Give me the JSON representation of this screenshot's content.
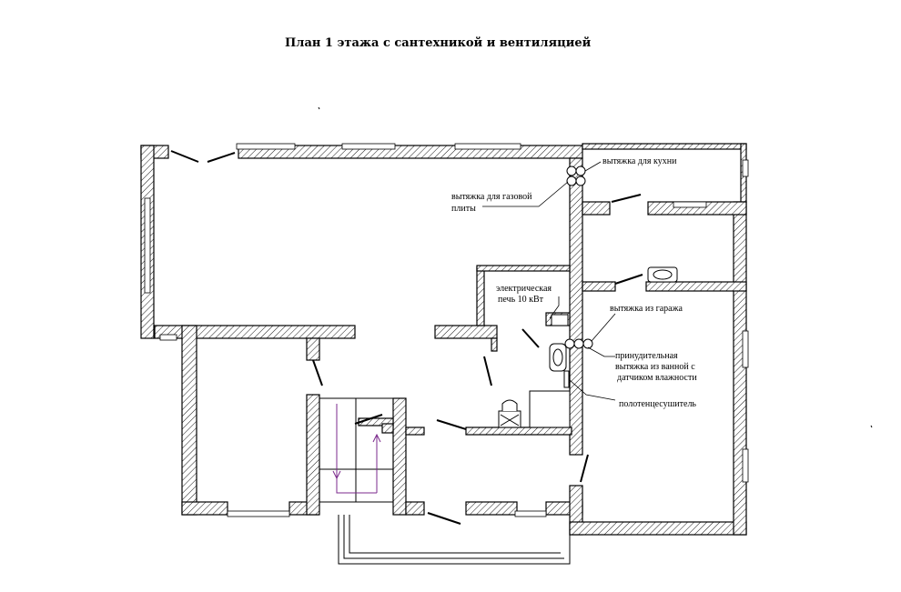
{
  "title": "План 1 этажа с сантехникой и вентиляцией",
  "labels": {
    "kitchen_exhaust": "вытяжка для кухни",
    "gas_stove_exhaust_1": "вытяжка для газовой",
    "gas_stove_exhaust_2": "плиты",
    "electric_stove_1": "электрическая",
    "electric_stove_2": "печь 10 кВт",
    "garage_exhaust": "вытяжка из гаража",
    "bath_exhaust_1": "принудительная",
    "bath_exhaust_2": "вытяжка из ванной с",
    "bath_exhaust_3": "датчиком влажности",
    "towel_dryer": "полотенцесушитель"
  },
  "colors": {
    "lines": "#000000",
    "stair_arrows": "#7b2a8c",
    "background": "#ffffff"
  },
  "icons": [
    "ventilation-duct-icon",
    "toilet-icon",
    "sink-icon",
    "bathtub-icon",
    "towel-dryer-icon",
    "stair-arrow-icon"
  ]
}
